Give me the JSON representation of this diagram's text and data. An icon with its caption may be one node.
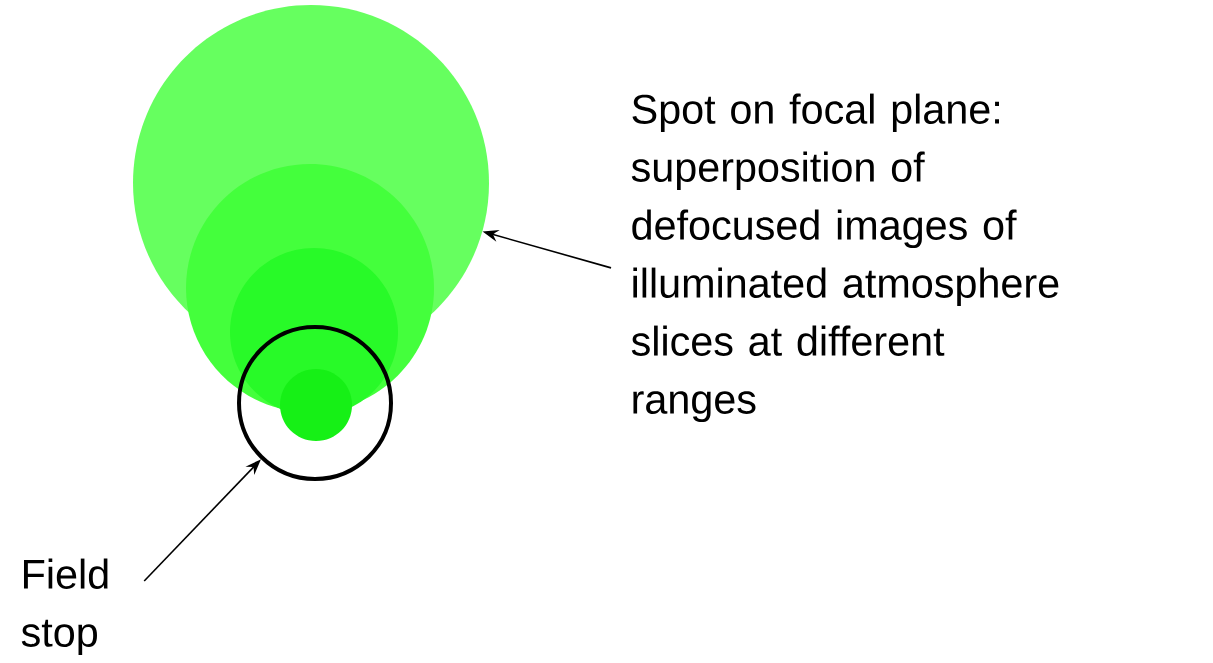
{
  "diagram": {
    "nodes": [
      {
        "text": [],
        "shape": "circle"
      },
      {
        "text": [
          "Spot on focal plane: superposition of defocused images of illuminated atmosphere slices at different ranges"
        ]
      },
      {
        "text": [],
        "shape": "circle"
      },
      {
        "text": [
          "Field stop"
        ]
      }
    ],
    "edges": [
      {
        "from": 1,
        "to": 0,
        "arrow": "to"
      },
      {
        "from": 3,
        "to": 2,
        "arrow": "to"
      }
    ]
  }
}
